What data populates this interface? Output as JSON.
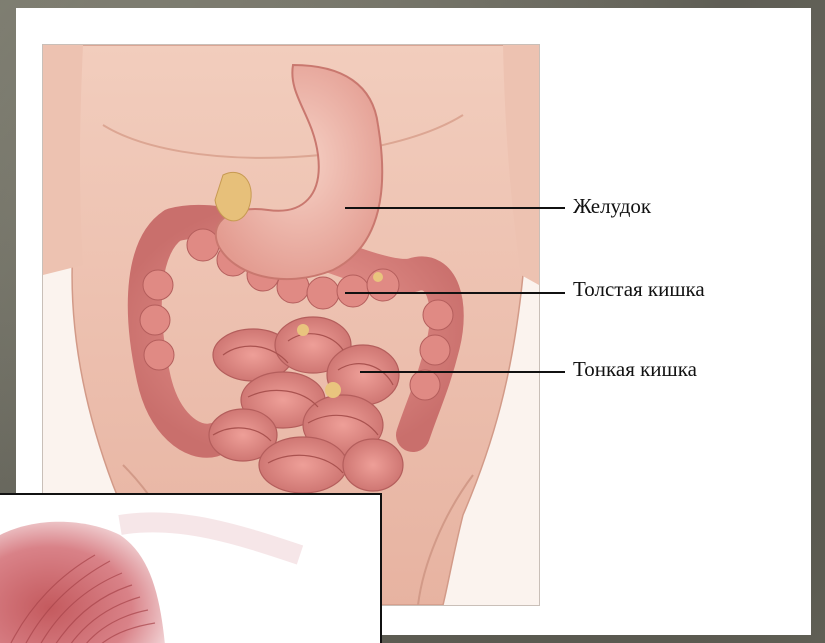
{
  "labels": {
    "stomach": "Желудок",
    "large_intestine": "Толстая кишка",
    "small_intestine": "Тонкая кишка"
  },
  "colors": {
    "background": "#6b6a60",
    "card": "#ffffff",
    "skin": "#e9b9a6",
    "organ": "#d98a85",
    "leader_line": "#111111"
  }
}
